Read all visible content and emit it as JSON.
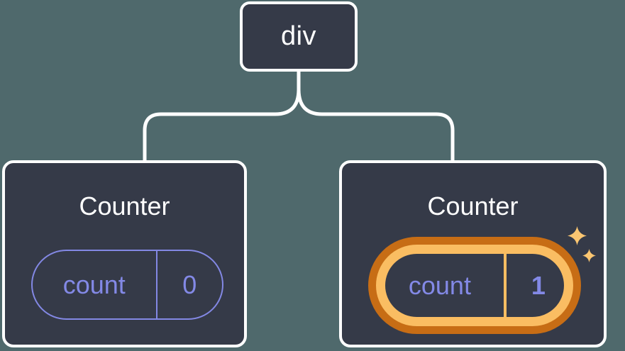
{
  "diagram": {
    "root_node": {
      "label": "div"
    },
    "cards": [
      {
        "title": "Counter",
        "state_key": "count",
        "state_value": "0",
        "highlighted": false
      },
      {
        "title": "Counter",
        "state_key": "count",
        "state_value": "1",
        "highlighted": true
      }
    ]
  },
  "icons": {
    "highlight": "sparkles-icon"
  },
  "colors": {
    "background": "#4f696c",
    "node_fill": "#353a48",
    "node_border": "#ffffff",
    "connector": "#ffffff",
    "state_purple": "#8389e6",
    "highlight_orange_dark": "#c76d15",
    "highlight_orange_light": "#fabd62",
    "sparkle": "#fbc671",
    "text_white": "#ffffff"
  }
}
